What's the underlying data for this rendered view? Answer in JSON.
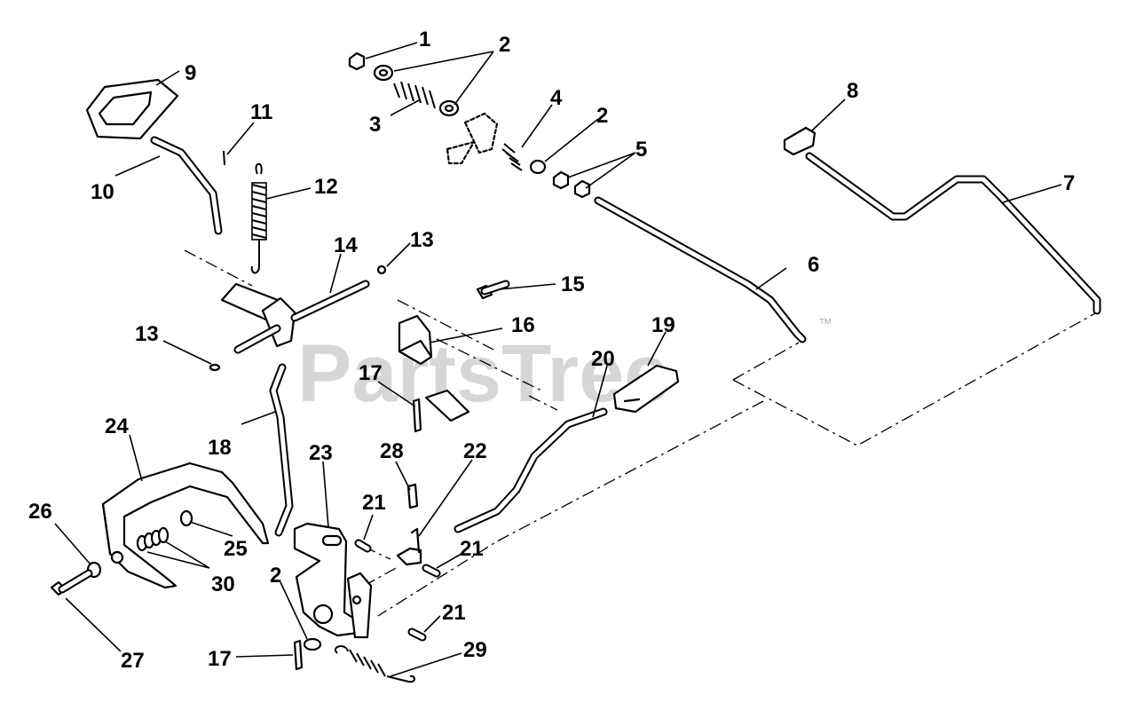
{
  "watermark": {
    "brand": "PartsTree",
    "trademark": "™"
  },
  "callouts": {
    "c1": "1",
    "c2a": "2",
    "c2b": "2",
    "c2c": "2",
    "c3": "3",
    "c4": "4",
    "c5": "5",
    "c6": "6",
    "c7": "7",
    "c8": "8",
    "c9": "9",
    "c10": "10",
    "c11": "11",
    "c12": "12",
    "c13a": "13",
    "c13b": "13",
    "c14": "14",
    "c15": "15",
    "c16": "16",
    "c17a": "17",
    "c17b": "17",
    "c18": "18",
    "c19": "19",
    "c20": "20",
    "c21a": "21",
    "c21b": "21",
    "c21c": "21",
    "c22": "22",
    "c23": "23",
    "c24": "24",
    "c25": "25",
    "c26": "26",
    "c27": "27",
    "c28": "28",
    "c29": "29",
    "c30": "30"
  }
}
